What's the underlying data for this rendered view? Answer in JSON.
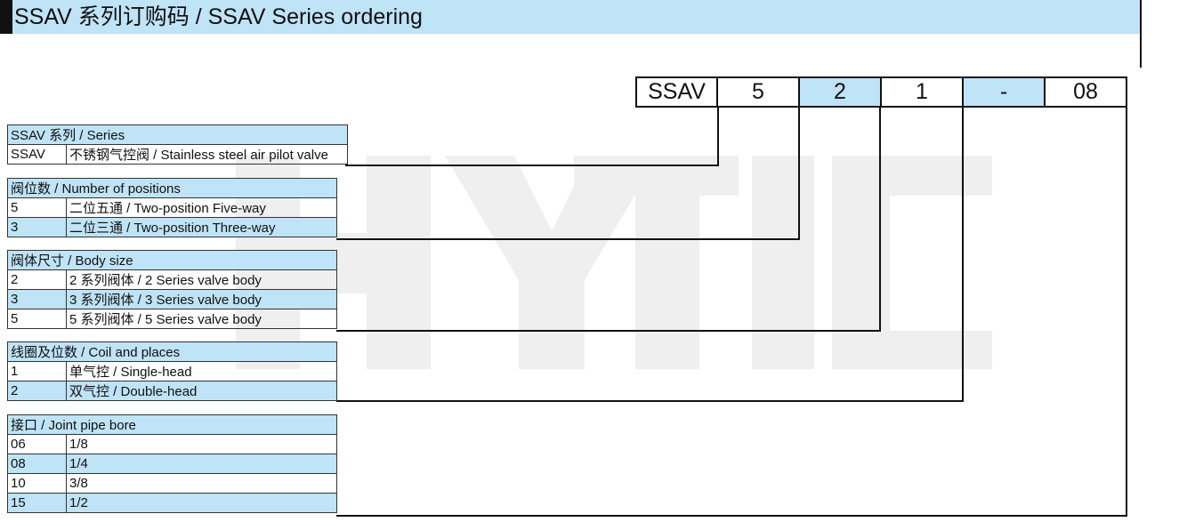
{
  "title": "SSAV 系列订购码 /  SSAV Series ordering",
  "watermark": "HYTIC",
  "code": [
    "SSAV",
    "5",
    "2",
    "1",
    "-",
    "08"
  ],
  "colors": {
    "accent": "#bfe3f7",
    "line": "#111111",
    "watermark": "#efefef"
  },
  "tables": {
    "series": {
      "header": "SSAV 系列 / Series",
      "rows": [
        [
          "SSAV",
          "不锈钢气控阀 / Stainless steel air pilot valve"
        ]
      ]
    },
    "positions": {
      "header": "阀位数 / Number of positions",
      "rows": [
        [
          "5",
          "二位五通 / Two-position Five-way"
        ],
        [
          "3",
          "二位三通 / Two-position Three-way"
        ]
      ]
    },
    "body_size": {
      "header": "阀体尺寸 / Body size",
      "rows": [
        [
          "2",
          "2 系列阀体 / 2 Series valve body"
        ],
        [
          "3",
          "3 系列阀体 / 3 Series valve body"
        ],
        [
          "5",
          "5 系列阀体 / 5 Series valve body"
        ]
      ]
    },
    "coil": {
      "header": "线圈及位数 / Coil and places",
      "rows": [
        [
          "1",
          "单气控 / Single-head"
        ],
        [
          "2",
          "双气控 / Double-head"
        ]
      ]
    },
    "joint": {
      "header": "接口 / Joint pipe bore",
      "rows": [
        [
          "06",
          "1/8"
        ],
        [
          "08",
          "1/4"
        ],
        [
          "10",
          "3/8"
        ],
        [
          "15",
          "1/2"
        ]
      ]
    }
  }
}
